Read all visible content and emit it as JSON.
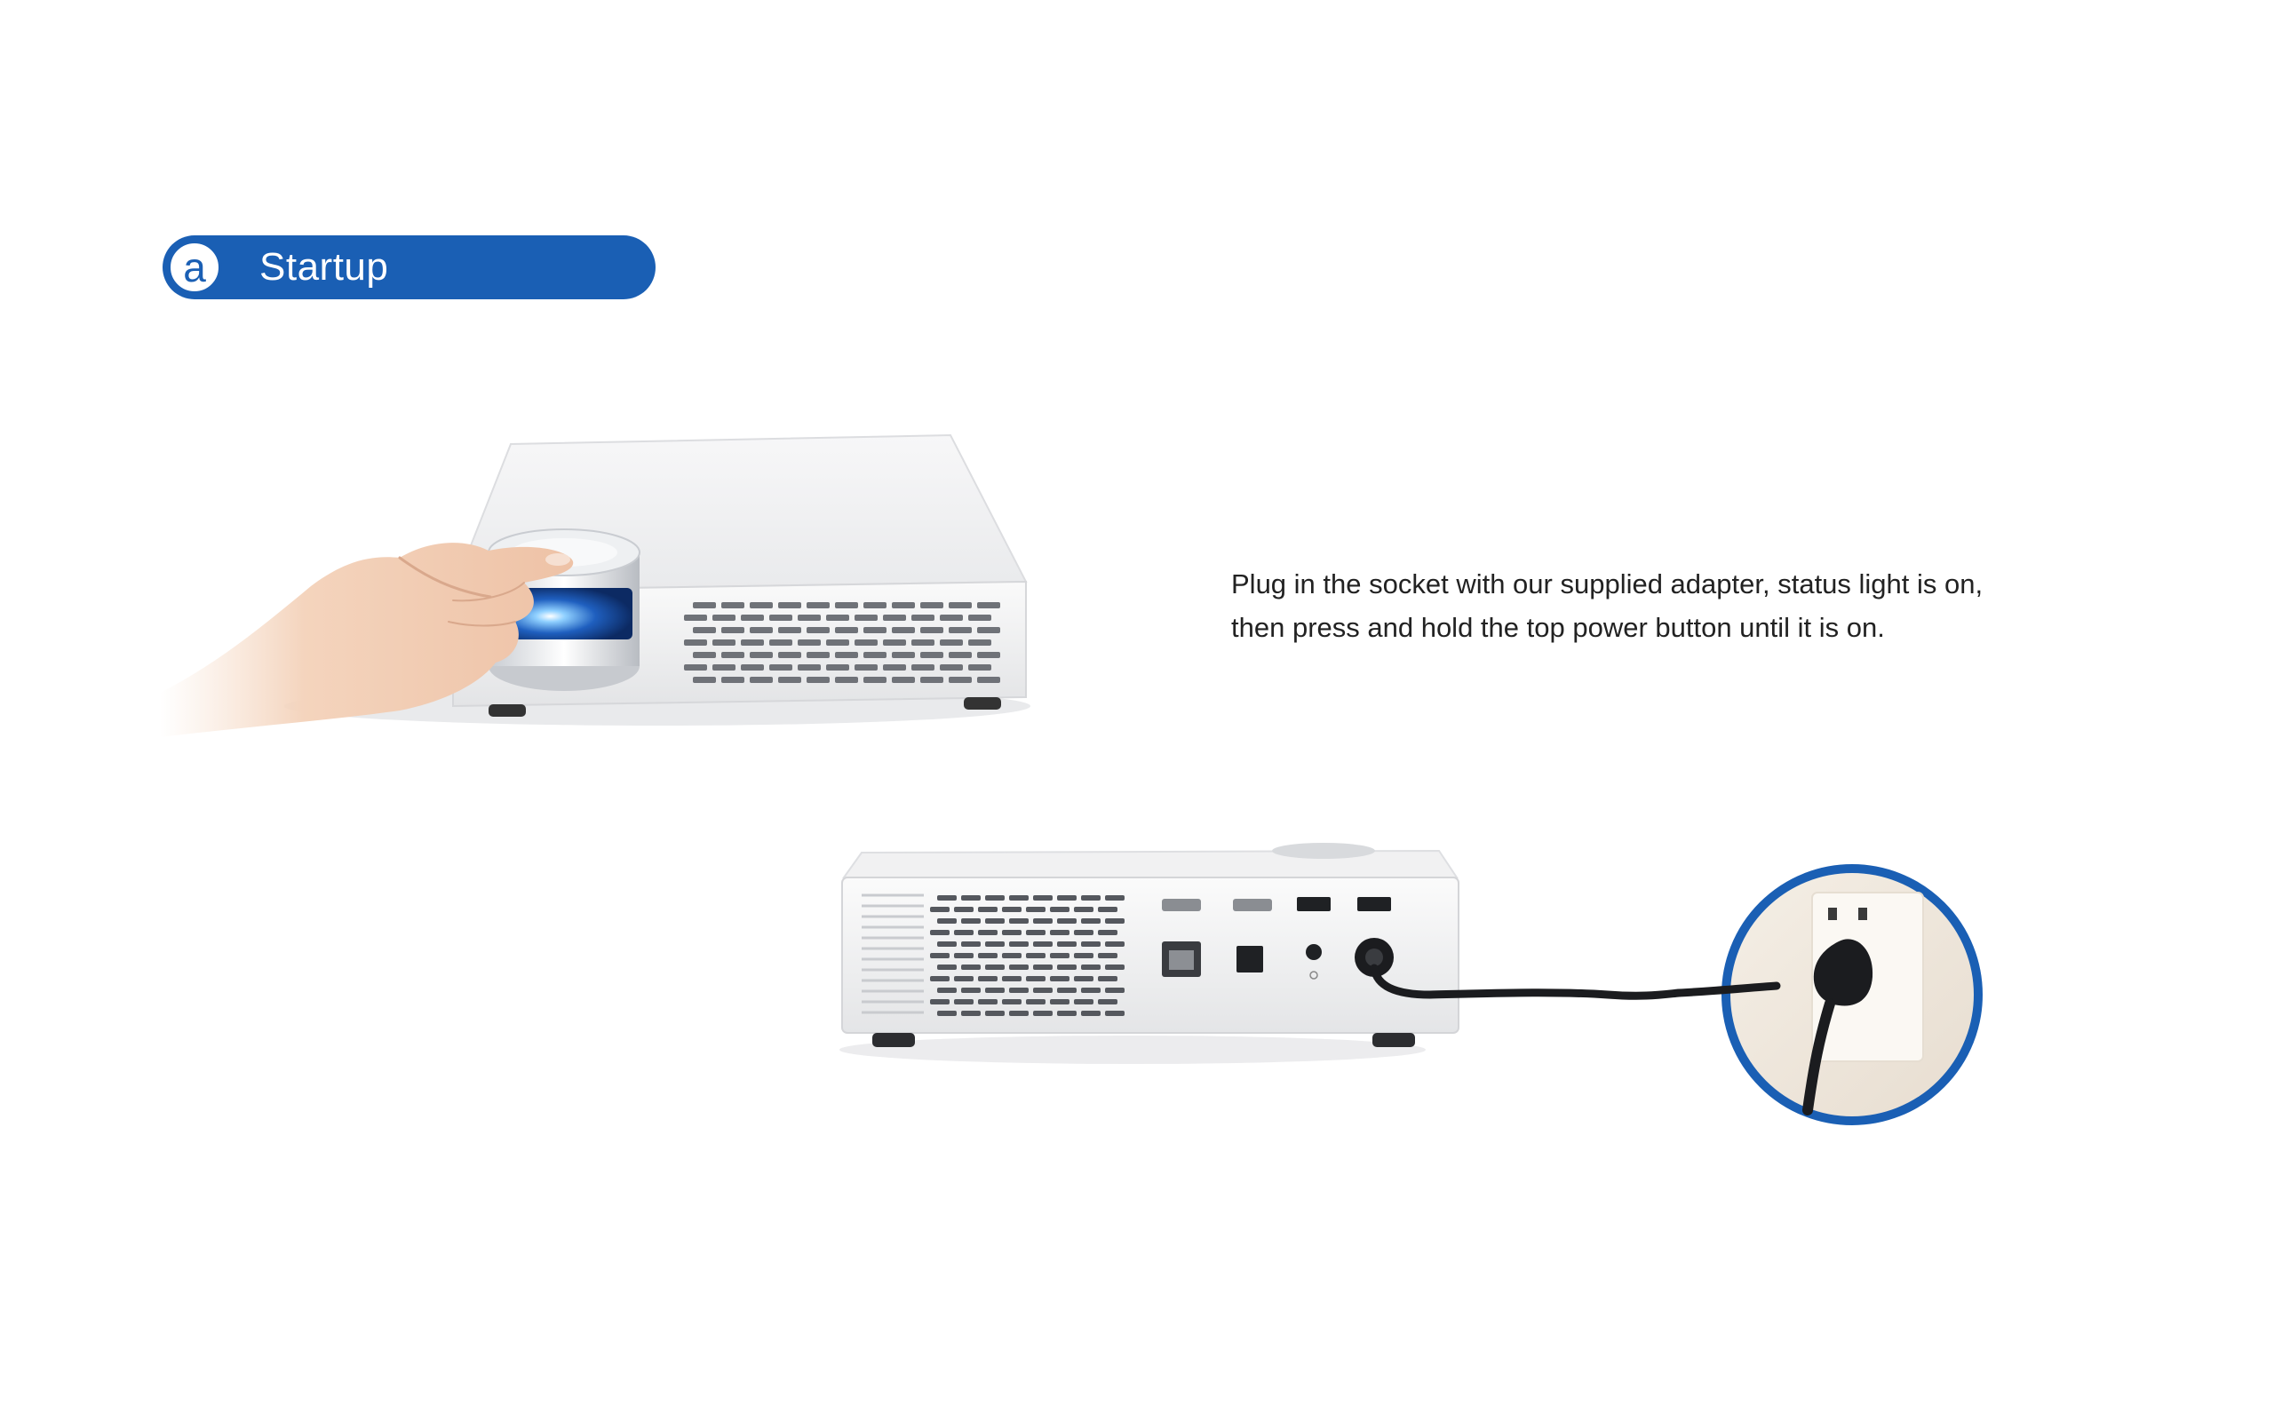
{
  "section": {
    "badge": "a",
    "title": "Startup"
  },
  "instruction": {
    "line1": "Plug in the socket with our supplied adapter, status light is on,",
    "line2": "then press and hold the top power button until it is on."
  },
  "colors": {
    "accent": "#1a5fb4",
    "text": "#222222",
    "background": "#ffffff"
  },
  "icons": {
    "top_figure": "hand-pressing-power-button-illustration",
    "bottom_figure": "projector-rear-with-power-plug-illustration"
  }
}
